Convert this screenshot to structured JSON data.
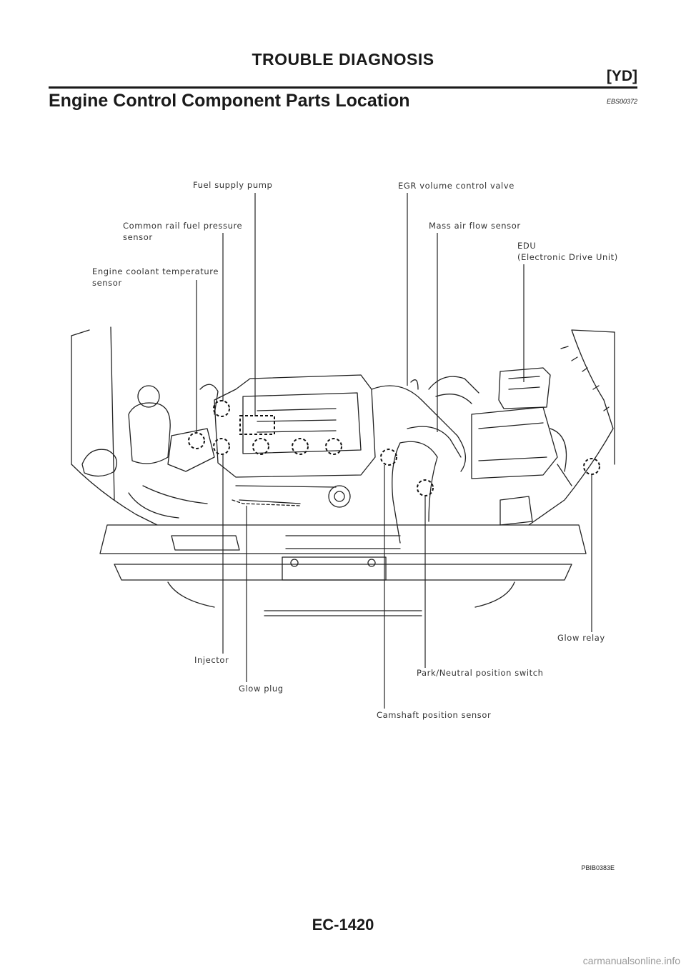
{
  "header": {
    "title": "TROUBLE DIAGNOSIS",
    "tag": "[YD]"
  },
  "section": {
    "title": "Engine Control Component Parts Location",
    "code": "EBS00372"
  },
  "figure": {
    "labels": {
      "fuel_supply_pump": "Fuel supply pump",
      "egr_valve": "EGR volume control valve",
      "common_rail_1": "Common rail fuel pressure",
      "common_rail_2": "sensor",
      "mass_air_flow": "Mass air flow sensor",
      "edu_1": "EDU",
      "edu_2": "(Electronic Drive Unit)",
      "coolant_temp_1": "Engine coolant temperature",
      "coolant_temp_2": "sensor",
      "glow_relay": "Glow relay",
      "injector": "Injector",
      "park_neutral": "Park/Neutral position switch",
      "glow_plug": "Glow plug",
      "camshaft": "Camshaft position sensor"
    },
    "code": "PBIB0383E"
  },
  "footer": {
    "page": "EC-1420",
    "watermark": "carmanualsonline.info"
  }
}
